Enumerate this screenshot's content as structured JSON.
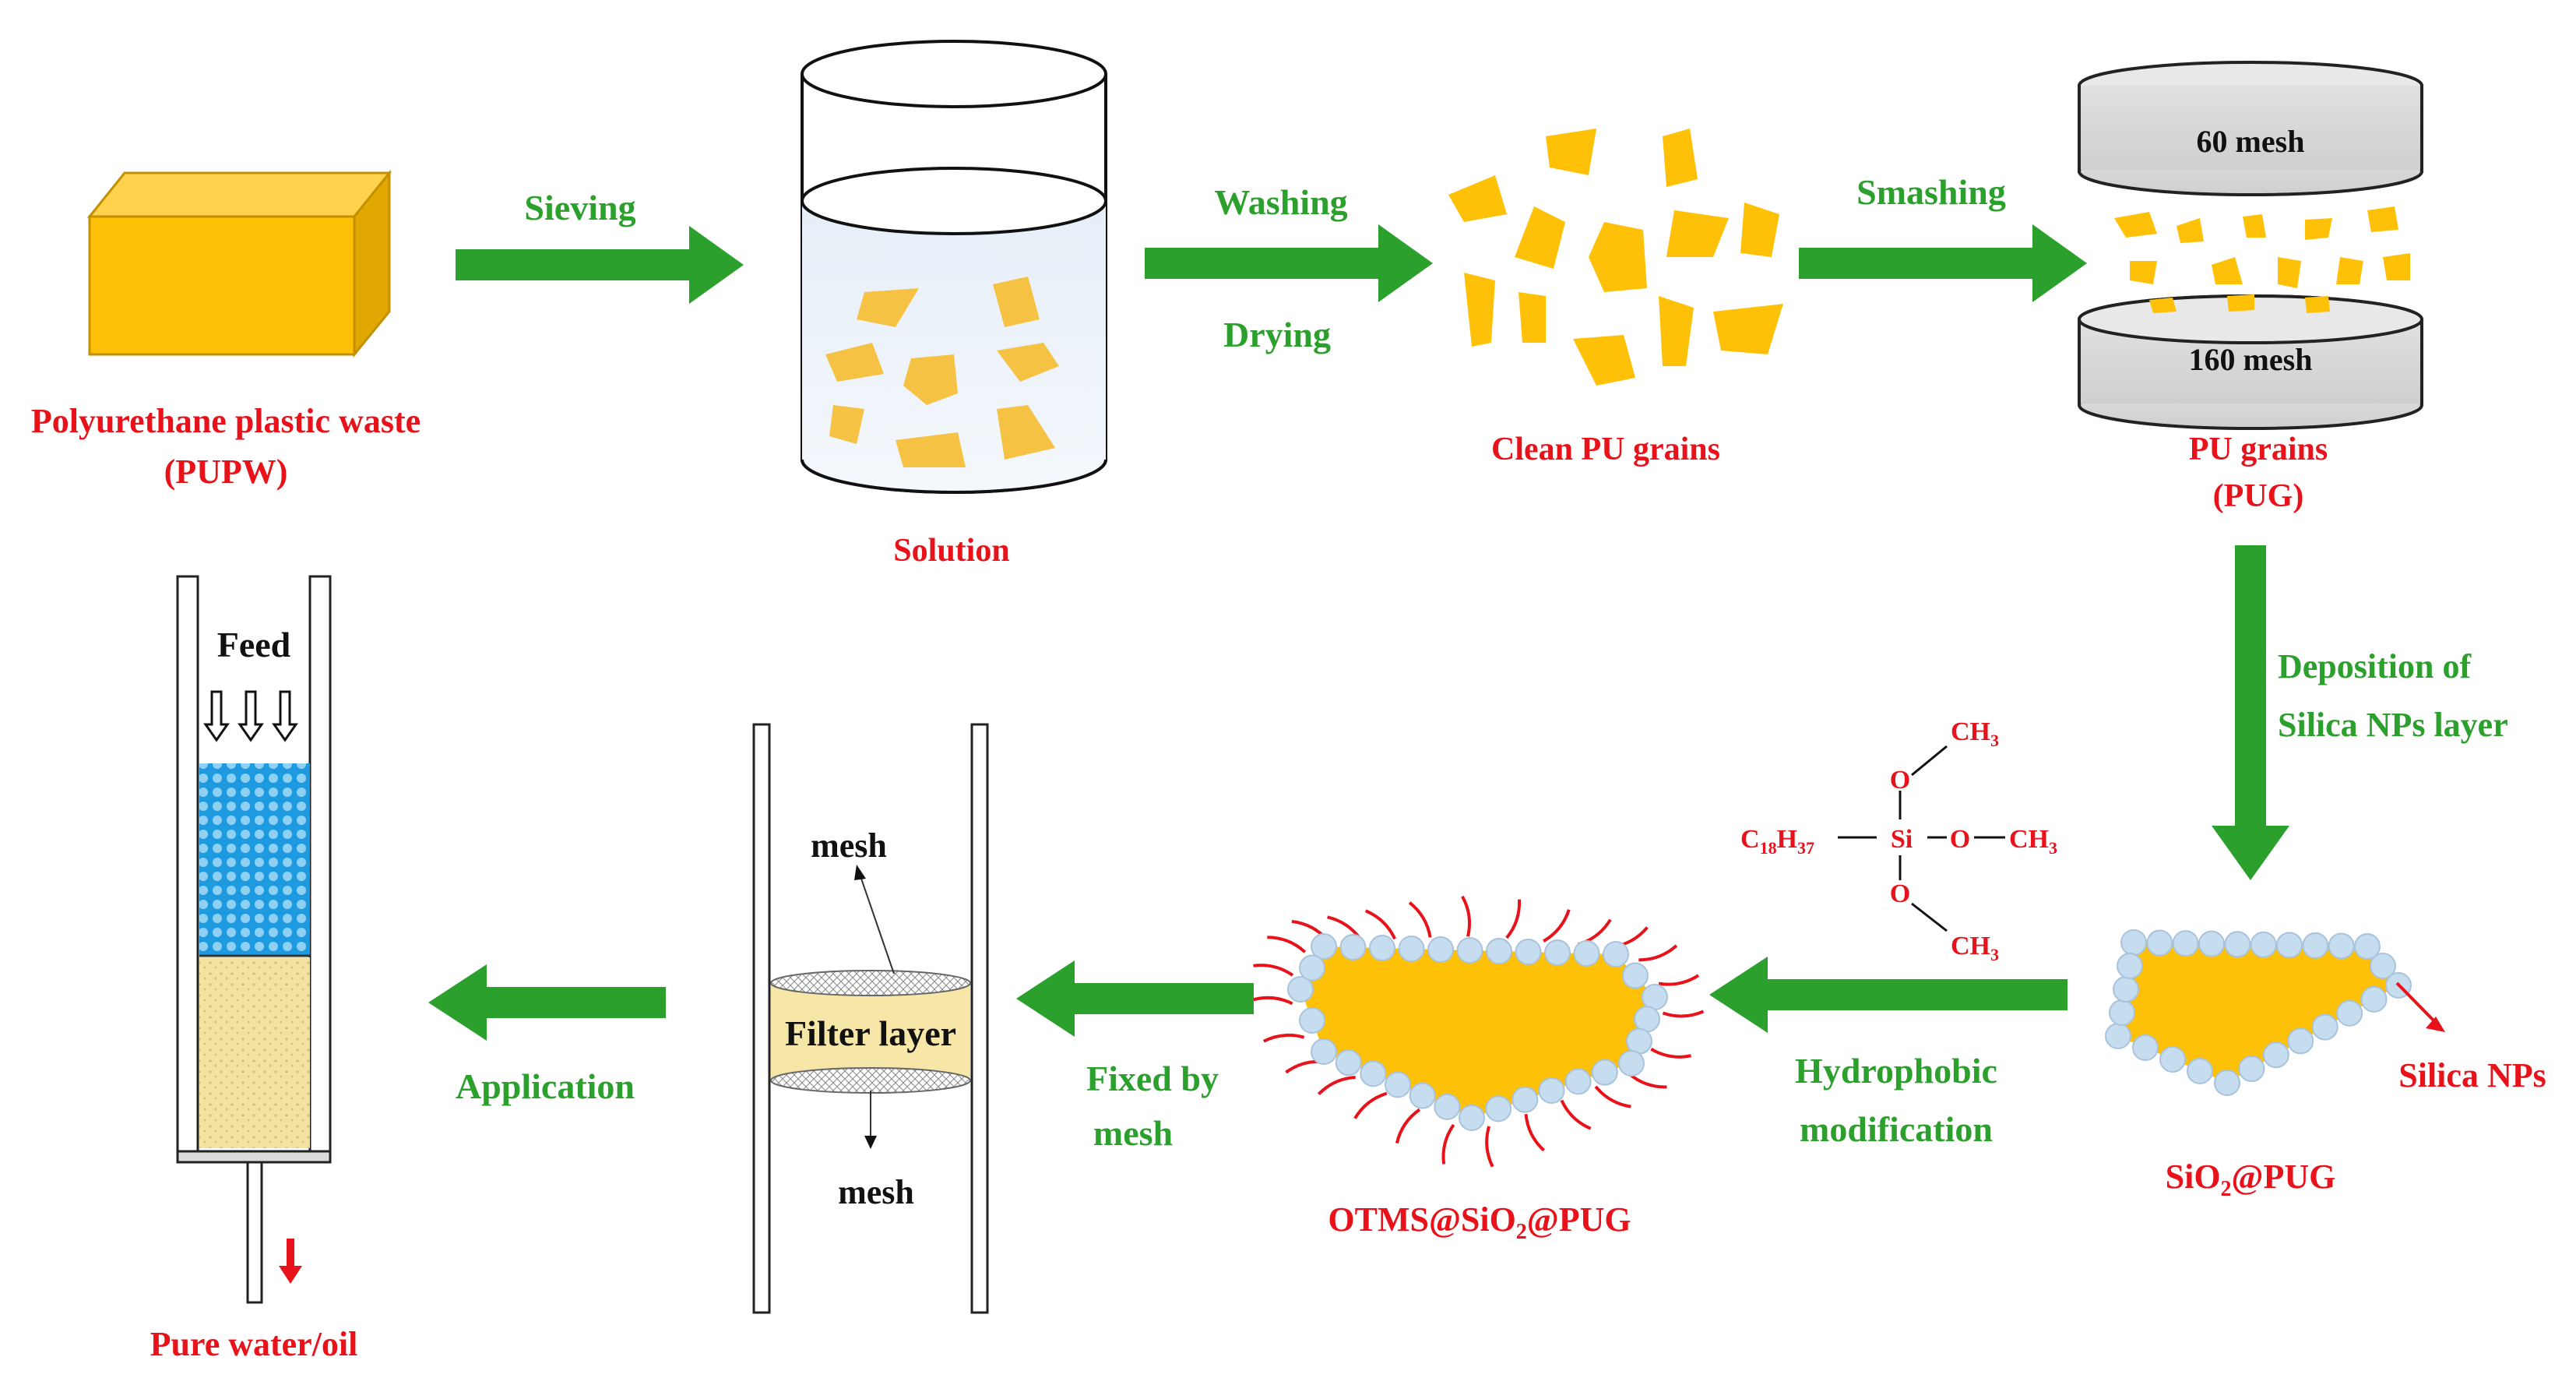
{
  "labels": {
    "pupw_line1": "Polyurethane plastic waste",
    "pupw_line2": "(PUPW)",
    "solution": "Solution",
    "clean_pu": "Clean PU grains",
    "pug_line1": "PU grains",
    "pug_line2": "(PUG)",
    "sio2_pug_a": "SiO",
    "sio2_pug_sub": "2",
    "sio2_pug_b": "@PUG",
    "otms_a": "OTMS@SiO",
    "otms_sub": "2",
    "otms_b": "@PUG",
    "silica_nps": "Silica NPs",
    "filter_layer": "Filter layer",
    "mesh_top": "mesh",
    "mesh_bottom": "mesh",
    "feed": "Feed",
    "pure": "Pure water/oil",
    "mesh60": "60 mesh",
    "mesh160": "160 mesh"
  },
  "steps": {
    "sieving": "Sieving",
    "washing": "Washing",
    "drying": "Drying",
    "smashing": "Smashing",
    "deposition_line1": "Deposition of",
    "deposition_line2": "Silica NPs layer",
    "hydrophobic_line1": "Hydrophobic",
    "hydrophobic_line2": "modification",
    "fixed_line1": "Fixed by",
    "fixed_line2": "mesh",
    "application": "Application"
  },
  "molecule": {
    "ch3_top": "CH",
    "ch3_top_sub": "3",
    "o_top": "O",
    "c18_a": "C",
    "c18_sub1": "18",
    "c18_b": "H",
    "c18_sub2": "37",
    "si": "Si",
    "o_mid": "O",
    "ch3_right": "CH",
    "ch3_right_sub": "3",
    "o_bot": "O",
    "ch3_bot": "CH",
    "ch3_bot_sub": "3"
  },
  "colors": {
    "arrow_green": "#2ca02c",
    "label_red": "#e8121b",
    "pu_yellow": "#ffc107",
    "grain_yellow": "#f6c244",
    "silica_blue": "#c6dcef",
    "water_blue": "#1e9be0",
    "sand": "#f3e3a0"
  }
}
